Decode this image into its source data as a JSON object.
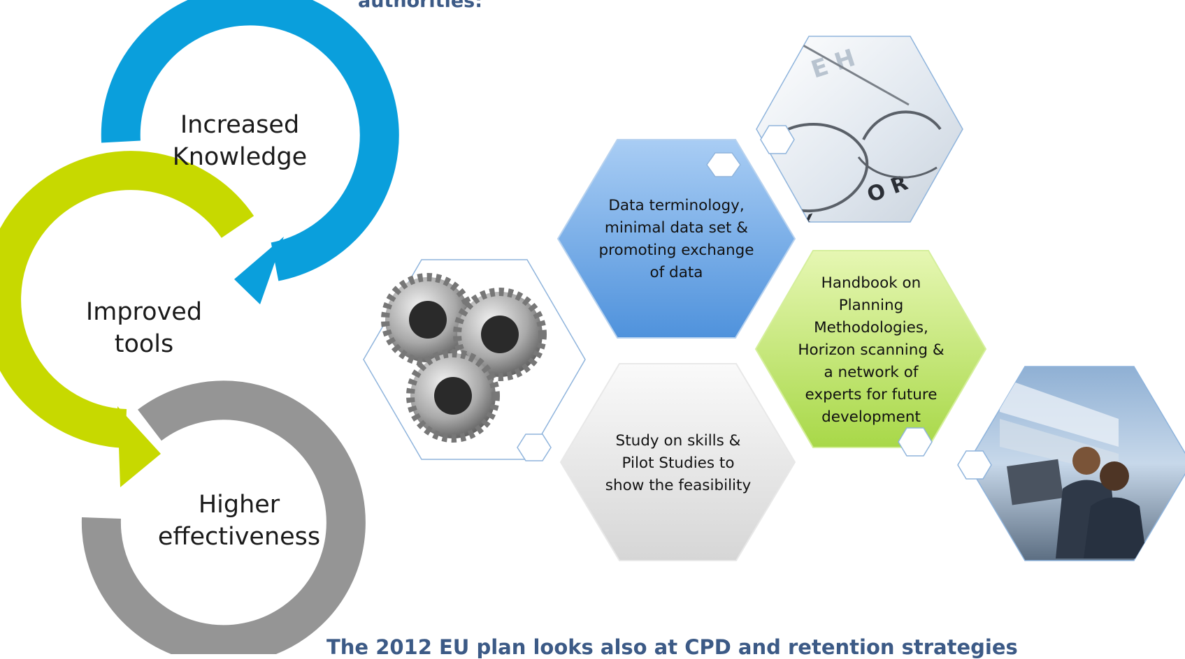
{
  "heading": "authorities:",
  "footer": "The 2012 EU plan looks also at CPD and retention strategies",
  "cycle": [
    {
      "label": "Increased Knowledge",
      "color": "#0a9fdc"
    },
    {
      "label": "Improved tools",
      "color": "#c7d900"
    },
    {
      "label": "Higher effectiveness",
      "color": "#959595"
    }
  ],
  "hexagons": {
    "data": {
      "label": "Data terminology, minimal data set & promoting exchange of data",
      "color": "#6aa8e6"
    },
    "handbook": {
      "label": "Handbook on Planning Methodologies, Horizon scanning & a network of experts for future development",
      "color": "#c8ea78"
    },
    "study": {
      "label": "Study on skills & Pilot Studies to show the feasibility",
      "color": "#e3e3e3"
    }
  },
  "images": [
    {
      "icon": "gears-icon"
    },
    {
      "icon": "eyeglasses-icon"
    },
    {
      "icon": "businessmen-computer-icon"
    }
  ],
  "colors": {
    "heading": "#3c5a86",
    "hex_outline": "#8fb4dc"
  }
}
